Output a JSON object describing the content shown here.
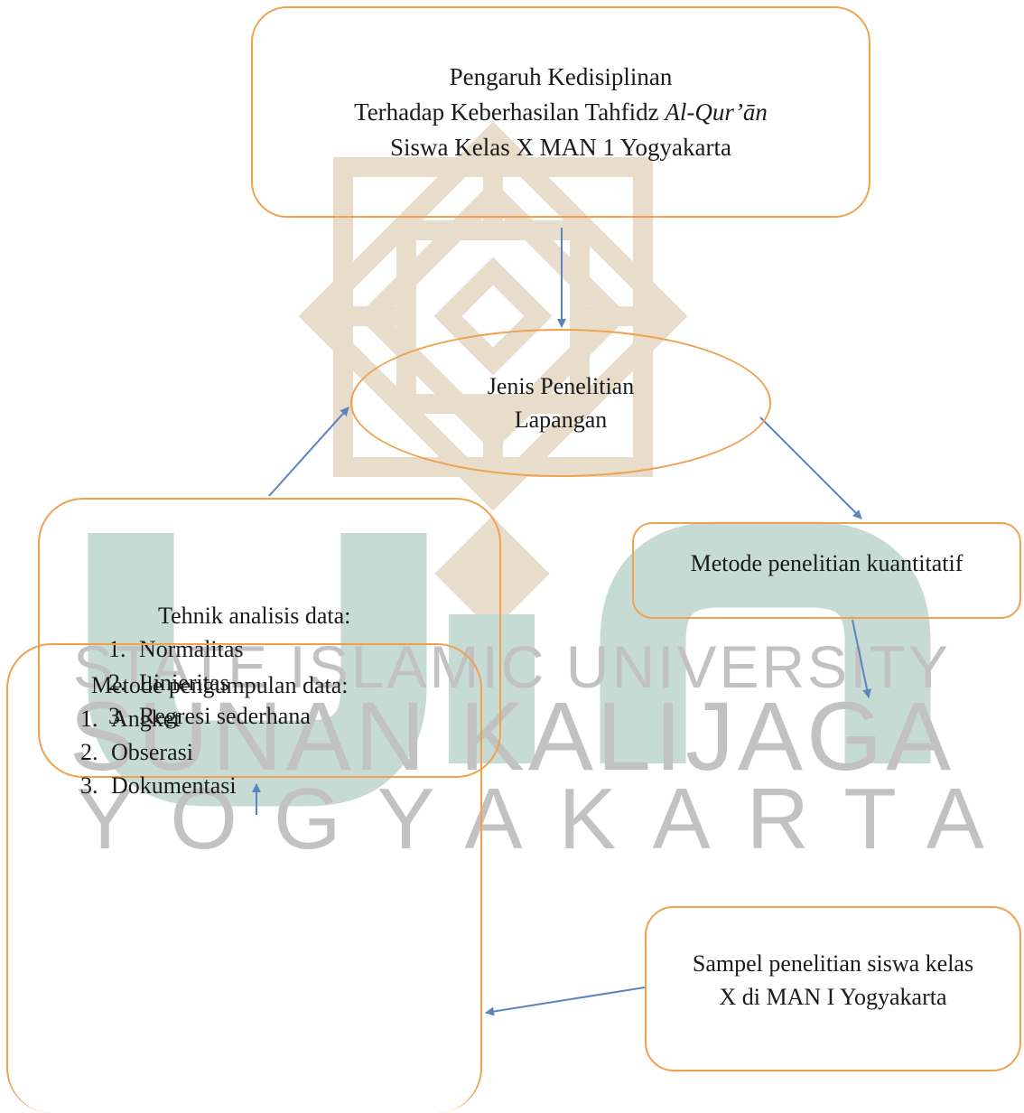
{
  "watermark": {
    "line1": "STATE ISLAMIC UNIVERSITY",
    "line2": "SUNAN KALIJAGA",
    "line3": "YOGYAKARTA",
    "colors": {
      "pattern": "#e8dccb",
      "teal": "#c6dbd4",
      "text": "#c2c2c2"
    }
  },
  "colors": {
    "box_border": "#f0a14e",
    "arrow": "#5b84bf"
  },
  "nodes": {
    "topic": {
      "line1": "Pengaruh Kedisiplinan",
      "line2_prefix": "Terhadap Keberhasilan Tahfidz ",
      "line2_italic": "Al-Qur’ān",
      "line3": "Siswa Kelas X MAN 1 Yogyakarta"
    },
    "research_type": {
      "line1": "Jenis Penelitian",
      "line2": "Lapangan"
    },
    "method": {
      "text": "Metode penelitian kuantitatif"
    },
    "sample": {
      "text": "Sampel penelitian siswa kelas X di MAN I Yogyakarta"
    },
    "collection": {
      "title": "Metode pengumpulan data:",
      "items": [
        "Angket",
        "Obserasi",
        "Dokumentasi"
      ]
    },
    "analysis": {
      "title": "Tehnik analisis data:",
      "items": [
        "Normalitas",
        "Linieritas",
        "Regresi sederhana"
      ]
    }
  }
}
